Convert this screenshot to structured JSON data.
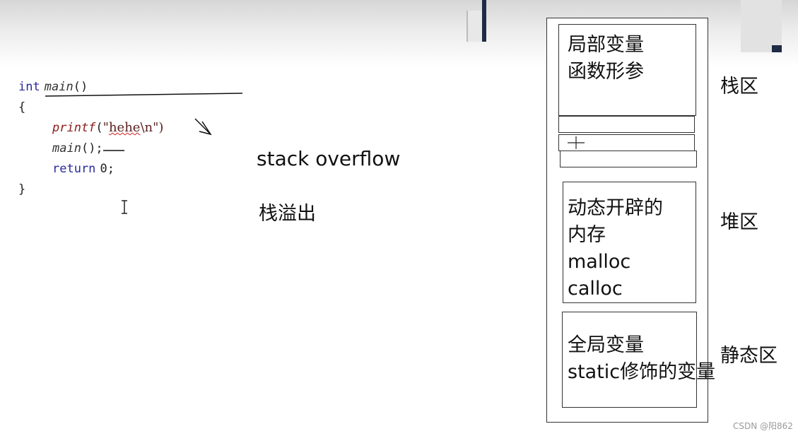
{
  "code": {
    "line1_kw": "int",
    "line1_fn": "main",
    "line1_rest": "()",
    "line2": "{",
    "line3_fn": "printf",
    "line3_open": "(",
    "line3_str_a": "\"",
    "line3_str_b": "hehe",
    "line3_str_c": "\\n\")",
    "line4_fn": "main",
    "line4_rest": "();",
    "line5_kw": "return",
    "line5_rest": "0;",
    "line6": "}"
  },
  "labels": {
    "stack_overflow_en": "stack overflow",
    "stack_overflow_zh": "栈溢出"
  },
  "memory": {
    "stack_box": [
      "局部变量",
      "函数形参"
    ],
    "heap_box": [
      "动态开辟的",
      "内存",
      "malloc",
      "calloc"
    ],
    "static_box": [
      "全局变量",
      "static修饰的变量"
    ],
    "zones": {
      "stack": "栈区",
      "heap": "堆区",
      "static": "静态区"
    }
  },
  "watermark": "CSDN @阳862"
}
